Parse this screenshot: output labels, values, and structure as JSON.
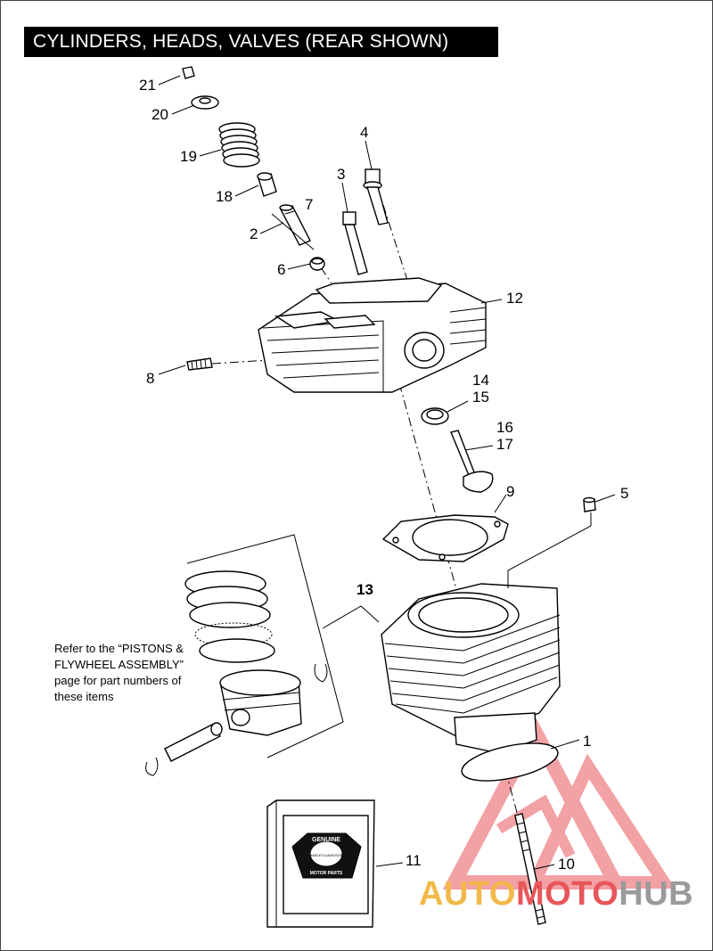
{
  "title": "CYLINDERS, HEADS, VALVES (REAR SHOWN)",
  "callouts": {
    "c1": "1",
    "c2": "2",
    "c3": "3",
    "c4": "4",
    "c5": "5",
    "c6": "6",
    "c7": "7",
    "c8": "8",
    "c9": "9",
    "c10": "10",
    "c11": "11",
    "c12": "12",
    "c13": "13",
    "c14": "14",
    "c15": "15",
    "c16": "16",
    "c17": "17",
    "c18": "18",
    "c19": "19",
    "c20": "20",
    "c21": "21"
  },
  "note": "Refer to the “PISTONS & FLYWHEEL ASSEMBLY” page for part numbers of these items",
  "badge": {
    "line1": "GENUINE",
    "line2": "HARLEY-DAVIDSON",
    "line3": "MOTOR PARTS"
  },
  "watermark": {
    "part1": "AUTO",
    "part2": "MOTO",
    "part3": "HUB",
    "colors": {
      "auto": "#f2b84a",
      "moto": "#e8565a",
      "hub": "#9a9a9a",
      "logo": "#e8565a"
    }
  }
}
